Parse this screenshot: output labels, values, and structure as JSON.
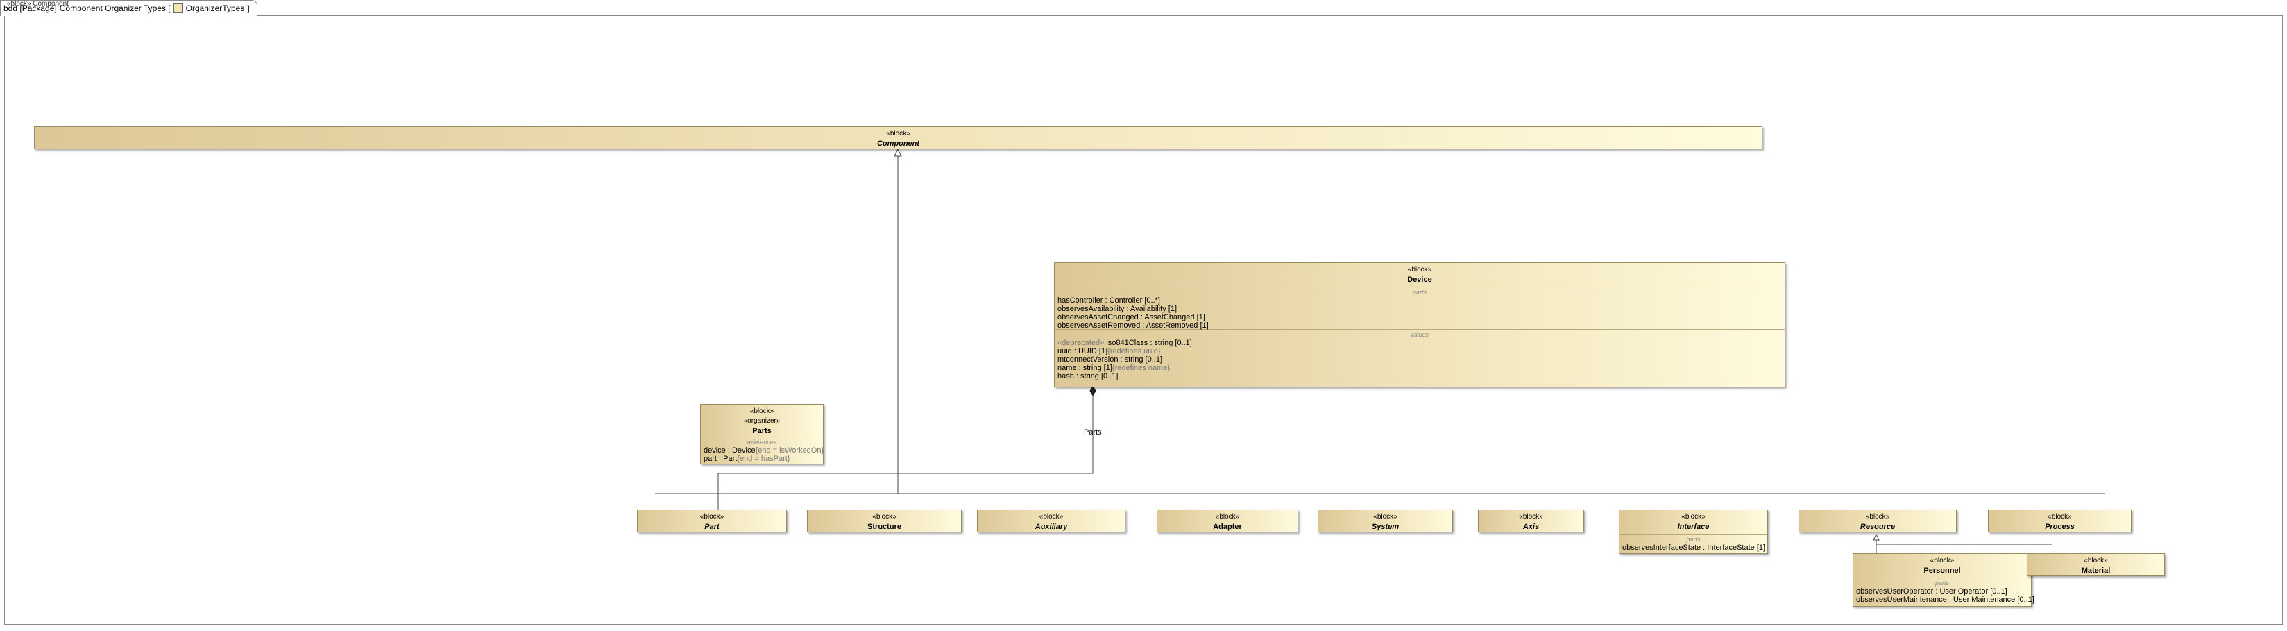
{
  "diagram": {
    "tab": {
      "prefix": "bdd [Package]",
      "title_main": "Component Organizer Types [",
      "package_name": "OrganizerTypes",
      "suffix": "]",
      "overlap_text": "«block» Component"
    }
  },
  "blocks": {
    "component": {
      "stereotype": "«block»",
      "name": "Component"
    },
    "device": {
      "stereotype": "«block»",
      "name": "Device",
      "parts_title": "parts",
      "parts": [
        {
          "name": "hasController",
          "type": " : Controller [0..*]"
        },
        {
          "name": "observesAvailability",
          "type": " : Availability [1]"
        },
        {
          "name": "observesAssetChanged",
          "type": " : AssetChanged [1]"
        },
        {
          "name": "observesAssetRemoved",
          "type": " : AssetRemoved [1]"
        }
      ],
      "values_title": "values",
      "values": [
        {
          "pre": "«deprecated»",
          "name": "iso841Class",
          "type": " : string [0..1]",
          "note": ""
        },
        {
          "pre": "",
          "name": "uuid",
          "type": " : UUID [1]",
          "note": "{redefines uuid}"
        },
        {
          "pre": "",
          "name": "mtconnectVersion",
          "type": " : string [0..1]",
          "note": ""
        },
        {
          "pre": "",
          "name": "name",
          "type": " : string [1]",
          "note": "{redefines name}"
        },
        {
          "pre": "",
          "name": "hash",
          "type": " : string [0..1]",
          "note": ""
        }
      ]
    },
    "parts_org": {
      "stereotype": "«block»",
      "stereotype2": "«organizer»",
      "name": "Parts",
      "ref_title": "references",
      "refs": [
        {
          "name": "device",
          "type": " : Device",
          "note": "{end = isWorkedOn}"
        },
        {
          "name": "part",
          "type": " : Part",
          "note": "{end = hasPart}"
        }
      ]
    },
    "part": {
      "stereotype": "«block»",
      "name": "Part"
    },
    "structure": {
      "stereotype": "«block»",
      "name": "Structure"
    },
    "auxiliary": {
      "stereotype": "«block»",
      "name": "Auxiliary"
    },
    "adapter": {
      "stereotype": "«block»",
      "name": "Adapter"
    },
    "system": {
      "stereotype": "«block»",
      "name": "System"
    },
    "axis": {
      "stereotype": "«block»",
      "name": "Axis"
    },
    "interface": {
      "stereotype": "«block»",
      "name": "Interface",
      "parts_title": "parts",
      "parts": [
        {
          "name": "observesInterfaceState",
          "type": " : InterfaceState [1]"
        }
      ]
    },
    "resource": {
      "stereotype": "«block»",
      "name": "Resource"
    },
    "process": {
      "stereotype": "«block»",
      "name": "Process"
    },
    "personnel": {
      "stereotype": "«block»",
      "name": "Personnel",
      "parts_title": "parts",
      "parts": [
        {
          "name": "observesUserOperator",
          "type": " : User Operator [0..1]"
        },
        {
          "name": "observesUserMaintenance",
          "type": " : User Maintenance [0..1]"
        }
      ]
    },
    "material": {
      "stereotype": "«block»",
      "name": "Material"
    }
  },
  "connectors": {
    "parts_label": "Parts"
  }
}
